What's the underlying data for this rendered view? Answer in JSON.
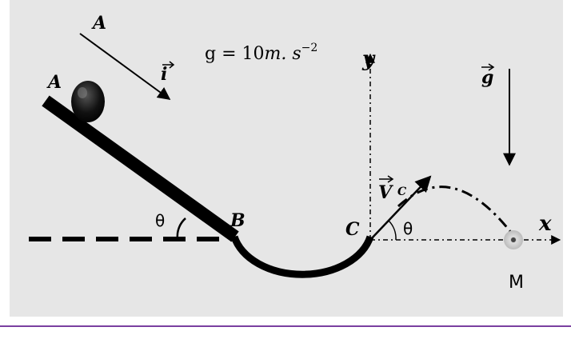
{
  "labels": {
    "A_top": "A",
    "A_ramp": "A",
    "B": "B",
    "C": "C",
    "M": "M",
    "x": "x",
    "y": "y",
    "i": "i",
    "g": "g",
    "V": "V",
    "theta_B": "θ",
    "theta_C": "θ"
  },
  "gravity": {
    "prefix": "g = 10",
    "units": "m. s",
    "exponent": "−2"
  },
  "colors": {
    "background": "#e6e6e6",
    "stroke": "#000000",
    "bottom_rule": "#7a3fa0"
  }
}
